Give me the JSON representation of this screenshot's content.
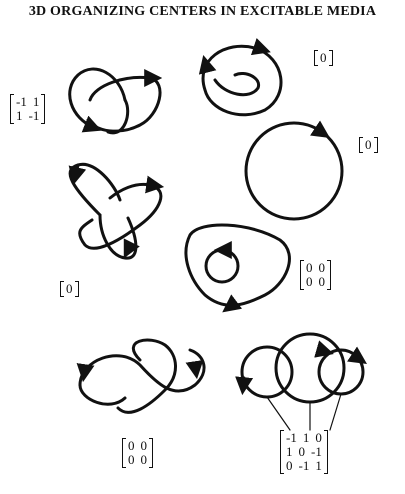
{
  "title": "3D ORGANIZING CENTERS IN EXCITABLE MEDIA",
  "colors": {
    "ink": "#111111",
    "background": "#ffffff"
  },
  "matrices": {
    "two_ring_link": [
      [
        "-1",
        "1"
      ],
      [
        "1",
        "-1"
      ]
    ],
    "unknot_top": [
      [
        "0"
      ]
    ],
    "circle": [
      [
        "0"
      ]
    ],
    "trefoil": [
      [
        "0"
      ]
    ],
    "nested_rings": [
      [
        "0",
        "0"
      ],
      [
        "0",
        "0"
      ]
    ],
    "figure_eight": [
      [
        "0",
        "0"
      ],
      [
        "0",
        "0"
      ]
    ],
    "three_ring_chain": [
      [
        "-1",
        "1",
        "0"
      ],
      [
        "1",
        "0",
        "-1"
      ],
      [
        "0",
        "-1",
        "1"
      ]
    ]
  }
}
